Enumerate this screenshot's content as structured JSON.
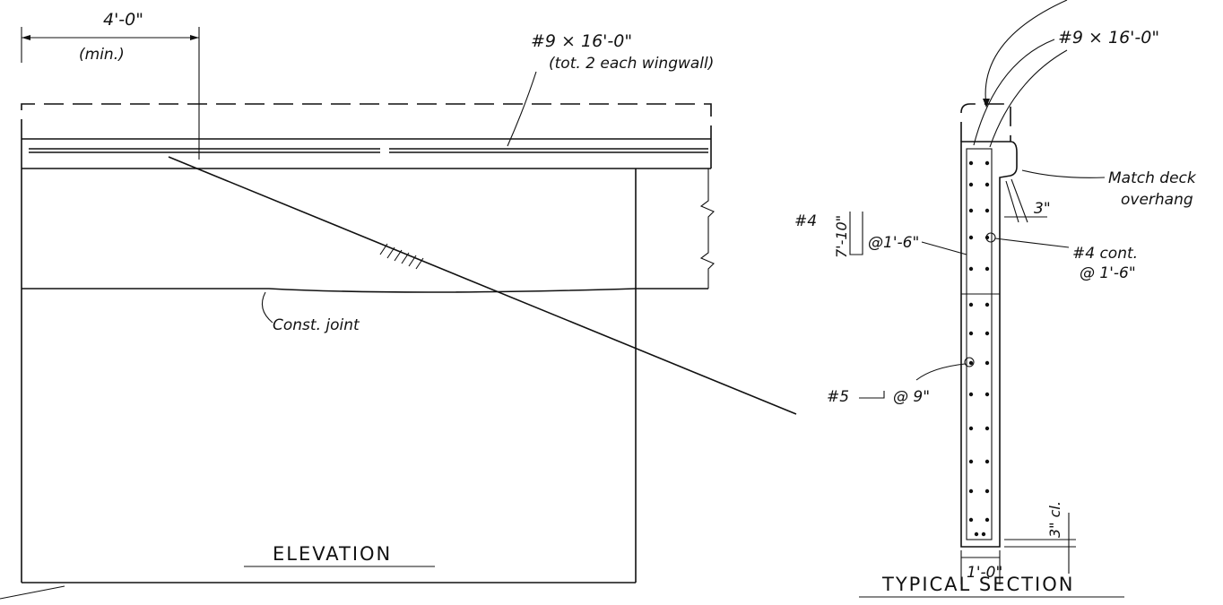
{
  "elevation": {
    "dim_top": "4'-0\"",
    "dim_min": "(min.)",
    "bar_callout": "#9 × 16'-0\"",
    "bar_callout_note": "(tot. 2 each wingwall)",
    "joint_label": "Const. joint",
    "title": "ELEVATION"
  },
  "section": {
    "bar_callout": "#9 × 16'-0\"",
    "match_label_line1": "Match deck",
    "match_label_line2": "overhang",
    "overhang_dim": "3\"",
    "stirrup_label": "#4",
    "stirrup_height": "7'-10\"",
    "stirrup_spacing": "@1'-6\"",
    "cont_label": "#4 cont.",
    "cont_spacing": "@ 1'-6\"",
    "bar5_label": "#5",
    "bar5_spacing": "@ 9\"",
    "clear_dim": "3\" cl.",
    "width_dim": "1'-0\"",
    "title": "TYPICAL SECTION"
  }
}
